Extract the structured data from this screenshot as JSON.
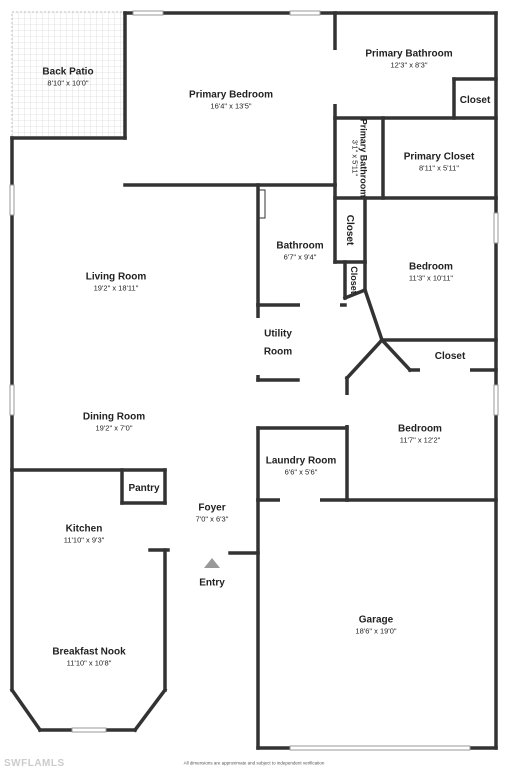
{
  "rooms": {
    "back_patio": {
      "name": "Back Patio",
      "dims": "8'10\" x 10'0\""
    },
    "primary_bedroom": {
      "name": "Primary Bedroom",
      "dims": "16'4\" x 13'5\""
    },
    "primary_bathroom": {
      "name": "Primary Bathroom",
      "dims": "12'3\" x 8'3\""
    },
    "closet_pb": {
      "name": "Closet"
    },
    "primary_bathroom_2": {
      "name": "Primary Bathroom",
      "dims": "3'1\" x 5'11\""
    },
    "primary_closet": {
      "name": "Primary Closet",
      "dims": "8'11\" x 5'11\""
    },
    "closet_a": {
      "name": "Closet"
    },
    "closet_b": {
      "name": "Closet"
    },
    "bathroom": {
      "name": "Bathroom",
      "dims": "6'7\" x 9'4\""
    },
    "bedroom_1": {
      "name": "Bedroom",
      "dims": "11'3\" x 10'11\""
    },
    "living_room": {
      "name": "Living Room",
      "dims": "19'2\" x 18'11\""
    },
    "utility_room": {
      "name": "Utility Room"
    },
    "closet_c": {
      "name": "Closet"
    },
    "dining_room": {
      "name": "Dining Room",
      "dims": "19'2\" x 7'0\""
    },
    "bedroom_2": {
      "name": "Bedroom",
      "dims": "11'7\" x 12'2\""
    },
    "laundry_room": {
      "name": "Laundry Room",
      "dims": "6'6\" x 5'6\""
    },
    "pantry": {
      "name": "Pantry"
    },
    "foyer": {
      "name": "Foyer",
      "dims": "7'0\" x 6'3\""
    },
    "kitchen": {
      "name": "Kitchen",
      "dims": "11'10\" x 9'3\""
    },
    "garage": {
      "name": "Garage",
      "dims": "18'6\" x 19'0\""
    },
    "breakfast_nook": {
      "name": "Breakfast Nook",
      "dims": "11'10\" x 10'8\""
    }
  },
  "entry_label": "Entry",
  "disclaimer": "All dimensions are approximate and subject to independent verification",
  "watermark": "SWFLAMLS",
  "colors": {
    "wall": "#333333",
    "patio_grid": "#cccccc",
    "entry_arrow": "#999999"
  }
}
